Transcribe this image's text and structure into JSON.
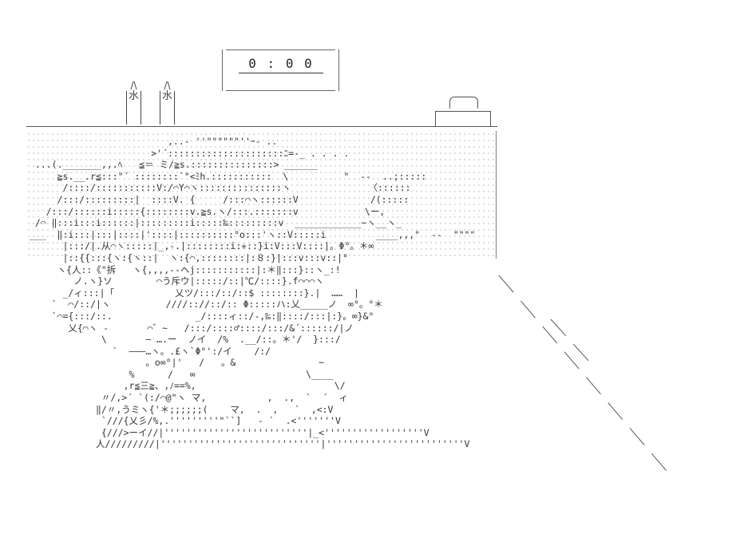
{
  "clock": {
    "display": "0 : 0 0"
  },
  "bottles": [
    {
      "label": "水"
    },
    {
      "label": "水"
    }
  ],
  "art_lines": [
    "                          ,..- ''\"\"\"\"\"\"''ｰ- ..",
    "                       >'´:::::::::::::::::::::ﾆ=-_ . . . .",
    "  ...(._______,,.ﾍ   ≦＝ ミ/≧s.:::::::::::::::> ______",
    "      ≧s.__.r≦:::\"´ ::::::::`\"<ﾐh.:::::::::::  \\          \"  --  ..;:::::",
    "       /::::/:::::::::::V:/⌒Y⌒ヽ:::::::::::::::ヽ              〈::::::",
    "      /:::/:::::::::|  ::::V. {     /:::⌒ヽ::::::V             /(:::::",
    "    /:::/::::::i:::::{::::::::v.≧s.ヽ/:::.:::::::v            \\ー,",
    "  /⌒ ‖:::i:::i::::::|:::::::::i:::::‰:::::::::v  ____________~ヽ__ヽ_",
    " ___  ‖:i:::|:::|::::|'::::|::::::::::°o:::'ヽ::V:::::i         ____,,,\"  --  \"\"\"\"",
    "       |:::/|.从⌒ヽ:::::|_,-.|::::::::i:✳::}i:V:::V::::|。Φ°。＊∞",
    "       |::{{:::{ヽ:{ヽ::|  ヽ:{⌒,::::::::|:８:}|:::v:::v::|°",
    "      ヽ{人::《\"拆   ヽ{,,,,--ヘj:::::::::::|:＊‖:::}::ヽ_:!",
    "         ノ.ヽ}ソ        ⌒う斥ウ|:::::/::|℃/::::}.f⌒⌒⌒ヽ",
    "       _/ィ:::|「           乂ツ/:::/::/::$ ::::::::}.|  ……  |",
    "     `  ⌒/::/|ヽ          ////:://::/:: Φ:::::ハ:乂_____ノ  ∞°。°＊",
    "     `⌒={:::/::.               _/::::ィ::/-,‰:‖::::/:::|:}。∞}&°",
    "        乂{⌒ヽ -       ⌒゛~   /:::/::::♂::::/:::/&´::::::/|ノ",
    "              \\       ― ….ー  ノイ  /%  .__/::。＊'/  }:::/",
    "                `  ―――…ヽ。.£ヽ`Φ°':/イ    /:/",
    "                      。o∞°|'   /   。&               ~",
    "                   %      /   ∞                    \\____",
    "                  ,r≦三≧、,ﾉ==%,                         \\/",
    "              〃/,>´ `(:/⌒@\"ヽ マ,           ,  .,  `  ´  ィ",
    "             ‖/〃,うミヽ{'＊;;;;;;(    マ,  .  ,   `  ,<:V",
    "              `///{乂彡/%,.'''''''''\"``]   - `  .<'''''''V",
    "              {///>ーイ//|''''''''''''''''''''''''''|_<''''''''''''''''''V",
    "             人/////////|'''''''''''''''''''''''''''''|'''''''''''''''''''''''''V"
  ]
}
